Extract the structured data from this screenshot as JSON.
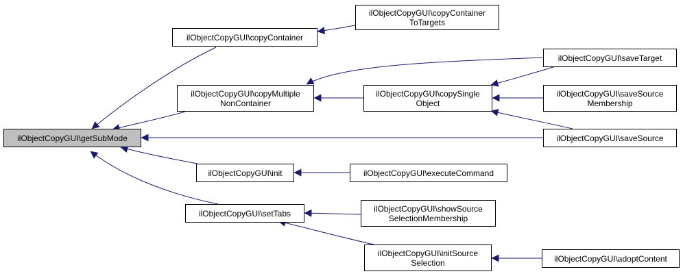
{
  "colors": {
    "edge": "#191970",
    "root_fill": "#bfbfbf",
    "node_fill": "#ffffff",
    "border": "#000000"
  },
  "nodes": {
    "getSubMode": {
      "lines": [
        "ilObjectCopyGUI\\getSubMode"
      ]
    },
    "copyContainer": {
      "lines": [
        "ilObjectCopyGUI\\copyContainer"
      ]
    },
    "copyContainerToTargets": {
      "lines": [
        "ilObjectCopyGUI\\copyContainer",
        "ToTargets"
      ]
    },
    "copyMultipleNonContainer": {
      "lines": [
        "ilObjectCopyGUI\\copyMultiple",
        "NonContainer"
      ]
    },
    "copySingleObject": {
      "lines": [
        "ilObjectCopyGUI\\copySingle",
        "Object"
      ]
    },
    "saveTarget": {
      "lines": [
        "ilObjectCopyGUI\\saveTarget"
      ]
    },
    "saveSourceMembership": {
      "lines": [
        "ilObjectCopyGUI\\saveSource",
        "Membership"
      ]
    },
    "saveSource": {
      "lines": [
        "ilObjectCopyGUI\\saveSource"
      ]
    },
    "init": {
      "lines": [
        "ilObjectCopyGUI\\init"
      ]
    },
    "executeCommand": {
      "lines": [
        "ilObjectCopyGUI\\executeCommand"
      ]
    },
    "setTabs": {
      "lines": [
        "ilObjectCopyGUI\\setTabs"
      ]
    },
    "showSourceSelectionMembership": {
      "lines": [
        "ilObjectCopyGUI\\showSource",
        "SelectionMembership"
      ]
    },
    "initSourceSelection": {
      "lines": [
        "ilObjectCopyGUI\\initSource",
        "Selection"
      ]
    },
    "adoptContent": {
      "lines": [
        "ilObjectCopyGUI\\adoptContent"
      ]
    }
  }
}
